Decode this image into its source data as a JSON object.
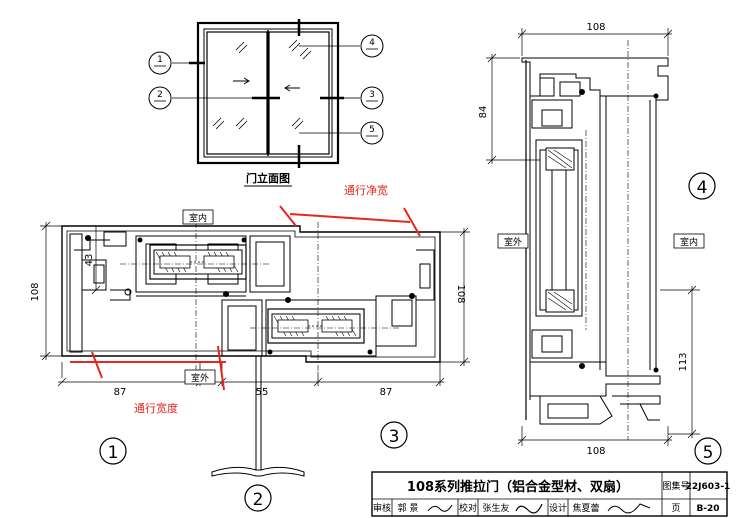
{
  "elevation": {
    "caption": "门立面图",
    "callouts": [
      "1",
      "2",
      "3",
      "4",
      "5"
    ]
  },
  "section_horizontal": {
    "interior_label": "室内",
    "exterior_label": "室外",
    "dims": {
      "overall_depth": "108",
      "overall_depth_right": "108",
      "post_offset": "43",
      "left_frame": "87",
      "interlock": "55",
      "right_frame": "87"
    },
    "annotations": {
      "clear_width": "通行净宽",
      "passage_width": "通行宽度"
    },
    "details": {
      "left": "1",
      "center": "2",
      "right": "3"
    }
  },
  "section_vertical": {
    "exterior_label": "室外",
    "interior_label": "室内",
    "dims": {
      "top_width": "108",
      "head_height": "84",
      "sill_height": "113",
      "bottom_width": "108"
    },
    "details": {
      "top": "4",
      "bottom": "5"
    }
  },
  "title_block": {
    "title": "108系列推拉门（铝合金型材、双扇）",
    "atlas_label": "图集号",
    "atlas_number": "22J603-1",
    "page_label": "页",
    "page_number": "B-20",
    "review_label": "审核",
    "reviewer": "郭 景",
    "check_label": "校对",
    "checker": "张生友",
    "design_label": "设计",
    "designer": "焦夏蕾"
  }
}
